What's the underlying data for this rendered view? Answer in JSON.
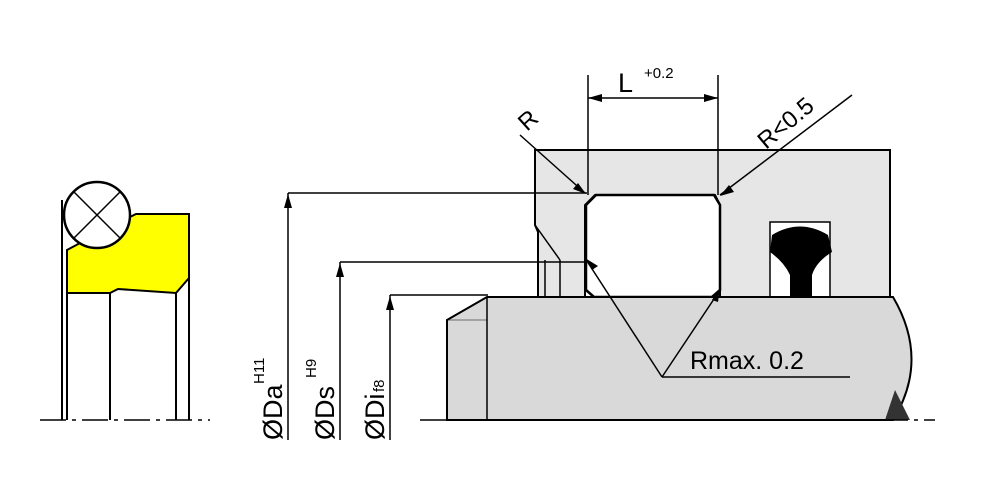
{
  "colors": {
    "ink": "#000000",
    "housing_fill": "#e6e6e6",
    "rod_fill": "#d9d9d9",
    "seal_fill": "#ffff00",
    "background": "#ffffff"
  },
  "labels": {
    "length": {
      "main": "L",
      "tolerance": "+0.2"
    },
    "radius_left": "R",
    "radius_right": "R<0.5",
    "radius_bottom": "Rmax. 0.2",
    "diameter_a": {
      "main": "ØDa",
      "tolerance": "H11"
    },
    "diameter_s": {
      "main": "ØDs",
      "tolerance": "H9"
    },
    "diameter_i": {
      "main": "ØDi",
      "tolerance": "f8"
    }
  }
}
